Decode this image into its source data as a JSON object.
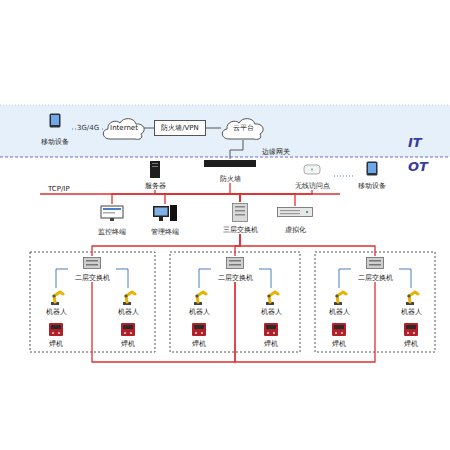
{
  "diagram": {
    "nodes": [
      {
        "text": [
          "移动设备"
        ]
      },
      {
        "text": [
          "Internet"
        ]
      },
      {
        "text": [
          "防火墙/VPN"
        ]
      },
      {
        "text": [
          "云平台"
        ]
      },
      {
        "text": [
          "防火墙"
        ]
      },
      {
        "text": [
          "服务器"
        ]
      },
      {
        "text": [
          "无线访问点"
        ]
      },
      {
        "text": [
          "移动设备"
        ]
      },
      {
        "text": [
          "监控终端"
        ]
      },
      {
        "text": [
          "管理终端"
        ]
      },
      {
        "text": [
          "三层交换机"
        ]
      },
      {
        "text": [
          "虚拟化"
        ]
      },
      {
        "text": [
          "二层交换机"
        ]
      },
      {
        "text": [
          "机器人"
        ]
      },
      {
        "text": [
          "机器人"
        ]
      },
      {
        "text": [
          "焊机"
        ]
      },
      {
        "text": [
          "焊机"
        ]
      },
      {
        "text": [
          "二层交换机"
        ]
      },
      {
        "text": [
          "机器人"
        ]
      },
      {
        "text": [
          "机器人"
        ]
      },
      {
        "text": [
          "焊机"
        ]
      },
      {
        "text": [
          "焊机"
        ]
      },
      {
        "text": [
          "二层交换机"
        ]
      },
      {
        "text": [
          "机器人"
        ]
      },
      {
        "text": [
          "机器人"
        ]
      },
      {
        "text": [
          "焊机"
        ]
      },
      {
        "text": [
          "焊机"
        ]
      }
    ],
    "edges": [
      {
        "from": 0,
        "to": 1,
        "label": "3G/4G",
        "arrow": "none"
      },
      {
        "from": 1,
        "to": 2,
        "arrow": "none"
      },
      {
        "from": 2,
        "to": 3,
        "arrow": "none"
      },
      {
        "from": 3,
        "to": 4,
        "arrow": "none"
      },
      {
        "from": 4,
        "to": 10,
        "arrow": "none"
      },
      {
        "from": 5,
        "to": 10,
        "arrow": "none"
      },
      {
        "from": 6,
        "to": 10,
        "arrow": "none"
      },
      {
        "from": 8,
        "to": 10,
        "arrow": "none"
      },
      {
        "from": 9,
        "to": 10,
        "arrow": "none"
      },
      {
        "from": 11,
        "to": 10,
        "arrow": "none"
      },
      {
        "from": 6,
        "to": 7,
        "arrow": "none"
      },
      {
        "from": 10,
        "to": 12,
        "arrow": "none"
      },
      {
        "from": 10,
        "to": 17,
        "arrow": "none"
      },
      {
        "from": 10,
        "to": 22,
        "arrow": "none"
      },
      {
        "from": 12,
        "to": 13,
        "arrow": "none"
      },
      {
        "from": 12,
        "to": 14,
        "arrow": "none"
      },
      {
        "from": 17,
        "to": 18,
        "arrow": "none"
      },
      {
        "from": 17,
        "to": 19,
        "arrow": "none"
      },
      {
        "from": 22,
        "to": 23,
        "arrow": "none"
      },
      {
        "from": 22,
        "to": 24,
        "arrow": "none"
      },
      {
        "from": 12,
        "to": 17,
        "arrow": "none"
      },
      {
        "from": 17,
        "to": 22,
        "arrow": "none"
      }
    ],
    "labels": [
      "边缘网关",
      "TCP/IP",
      "IT",
      "OT"
    ]
  }
}
